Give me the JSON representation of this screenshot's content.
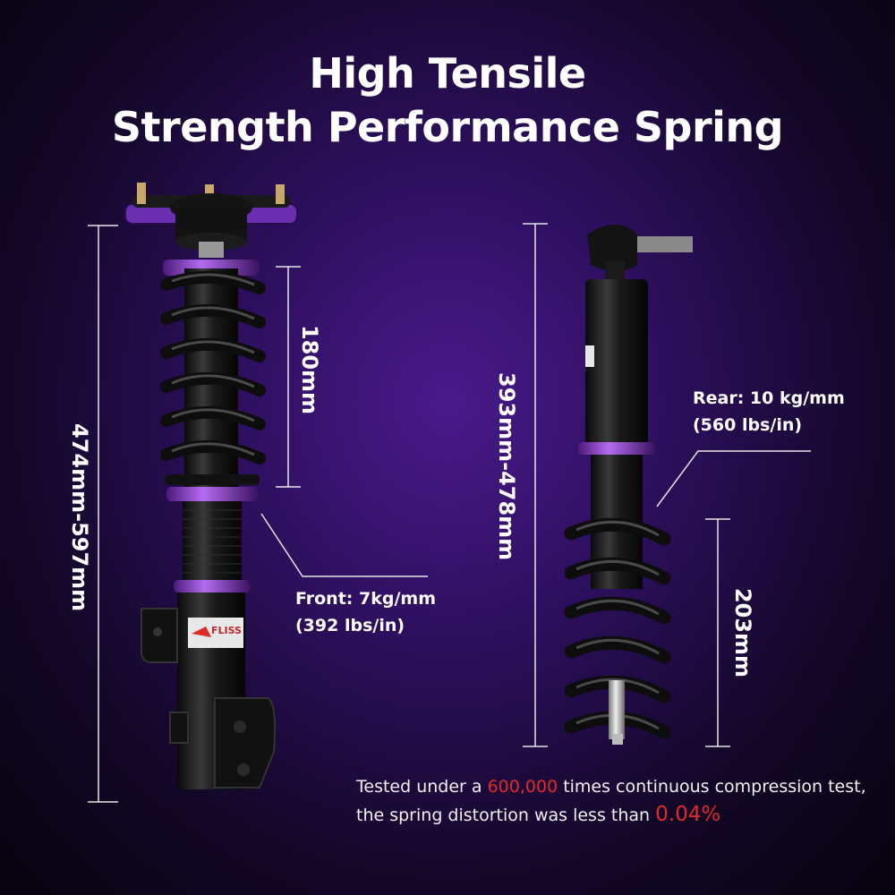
{
  "title": {
    "line1": "High Tensile",
    "line2": "Strength Performance Spring"
  },
  "front": {
    "length_range": "474mm-597mm",
    "spring_length": "180mm",
    "rate_line1": "Front: 7kg/mm",
    "rate_line2": "(392 lbs/in)",
    "brand_text": "FLISS"
  },
  "rear": {
    "length_range": "393mm-478mm",
    "spring_length": "203mm",
    "rate_line1": "Rear: 10 kg/mm",
    "rate_line2": "(560 lbs/in)"
  },
  "test_note": {
    "part1": "Tested under a ",
    "cycles": "600,000",
    "part2": " times continuous compression test,",
    "part3": "the spring distortion was less than ",
    "distortion": "0.04%"
  },
  "colors": {
    "accent_purple": "#8a3fd1",
    "highlight_red": "#e02a2a",
    "text_white": "#ffffff"
  }
}
